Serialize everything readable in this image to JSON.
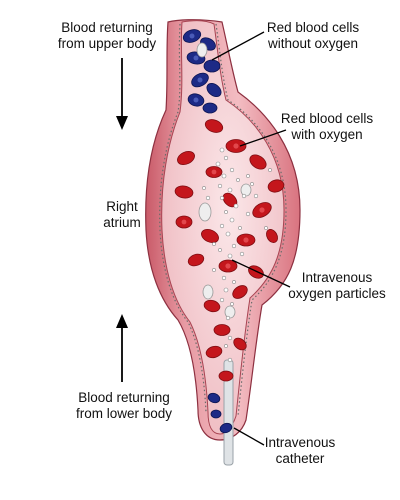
{
  "labels": {
    "upper_body": [
      "Blood returning",
      "from upper body"
    ],
    "rbc_no_oxygen": [
      "Red blood cells",
      "without oxygen"
    ],
    "rbc_oxygen": [
      "Red blood cells",
      "with oxygen"
    ],
    "right_atrium": [
      "Right",
      "atrium"
    ],
    "iv_particles": [
      "Intravenous",
      "oxygen particles"
    ],
    "lower_body": [
      "Blood returning",
      "from lower body"
    ],
    "iv_catheter": [
      "Intravenous",
      "catheter"
    ]
  },
  "colors": {
    "vessel_wall": "#e79aa3",
    "vessel_wall_dark": "#c95a68",
    "lumen": "#f6d4d7",
    "red_cell": "#c4161c",
    "deoxy_cell": "#1d2a86",
    "white_cell": "#eeeeee",
    "catheter": "#dfe3e6"
  }
}
